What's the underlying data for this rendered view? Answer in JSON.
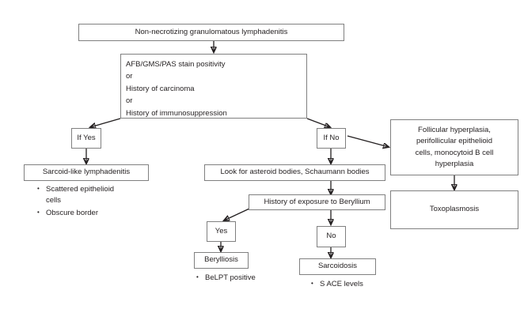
{
  "diagram": {
    "type": "flowchart",
    "title_node": "Non-necrotizing granulomatous lymphadenitis",
    "nodes": {
      "root": {
        "label": "Non-necrotizing granulomatous lymphadenitis"
      },
      "criteria": {
        "label": "AFB/GMS/PAS stain positivity\nor\nHistory of carcinoma\n or\nHistory of immunosuppression"
      },
      "if_yes": {
        "label": "If Yes"
      },
      "if_no": {
        "label": "If No"
      },
      "sarcoid_like": {
        "label": "Sarcoid-like lymphadenitis"
      },
      "look_for": {
        "label": "Look for asteroid bodies, Schaumann bodies"
      },
      "follicular": {
        "label": "Follicular hyperplasia,\nperifollicular epithelioid\ncells, monocytoid B cell\nhyperplasia"
      },
      "toxoplasmosis": {
        "label": "Toxoplasmosis"
      },
      "beryllium_history": {
        "label": "History of exposure to Beryllium"
      },
      "yes": {
        "label": "Yes"
      },
      "no": {
        "label": "No"
      },
      "berylliosis": {
        "label": "Berylliosis"
      },
      "sarcoidosis": {
        "label": "Sarcoidosis"
      }
    },
    "bullet_lists": {
      "sarcoid_like_features": [
        "Scattered epithelioid\ncells",
        "Obscure border"
      ],
      "berylliosis_features": [
        "BeLPT positive"
      ],
      "sarcoidosis_features": [
        "S ACE levels"
      ]
    },
    "colors": {
      "text": "#231f20",
      "border": "#808080",
      "edge": "#231f20",
      "background": "#ffffff"
    }
  }
}
